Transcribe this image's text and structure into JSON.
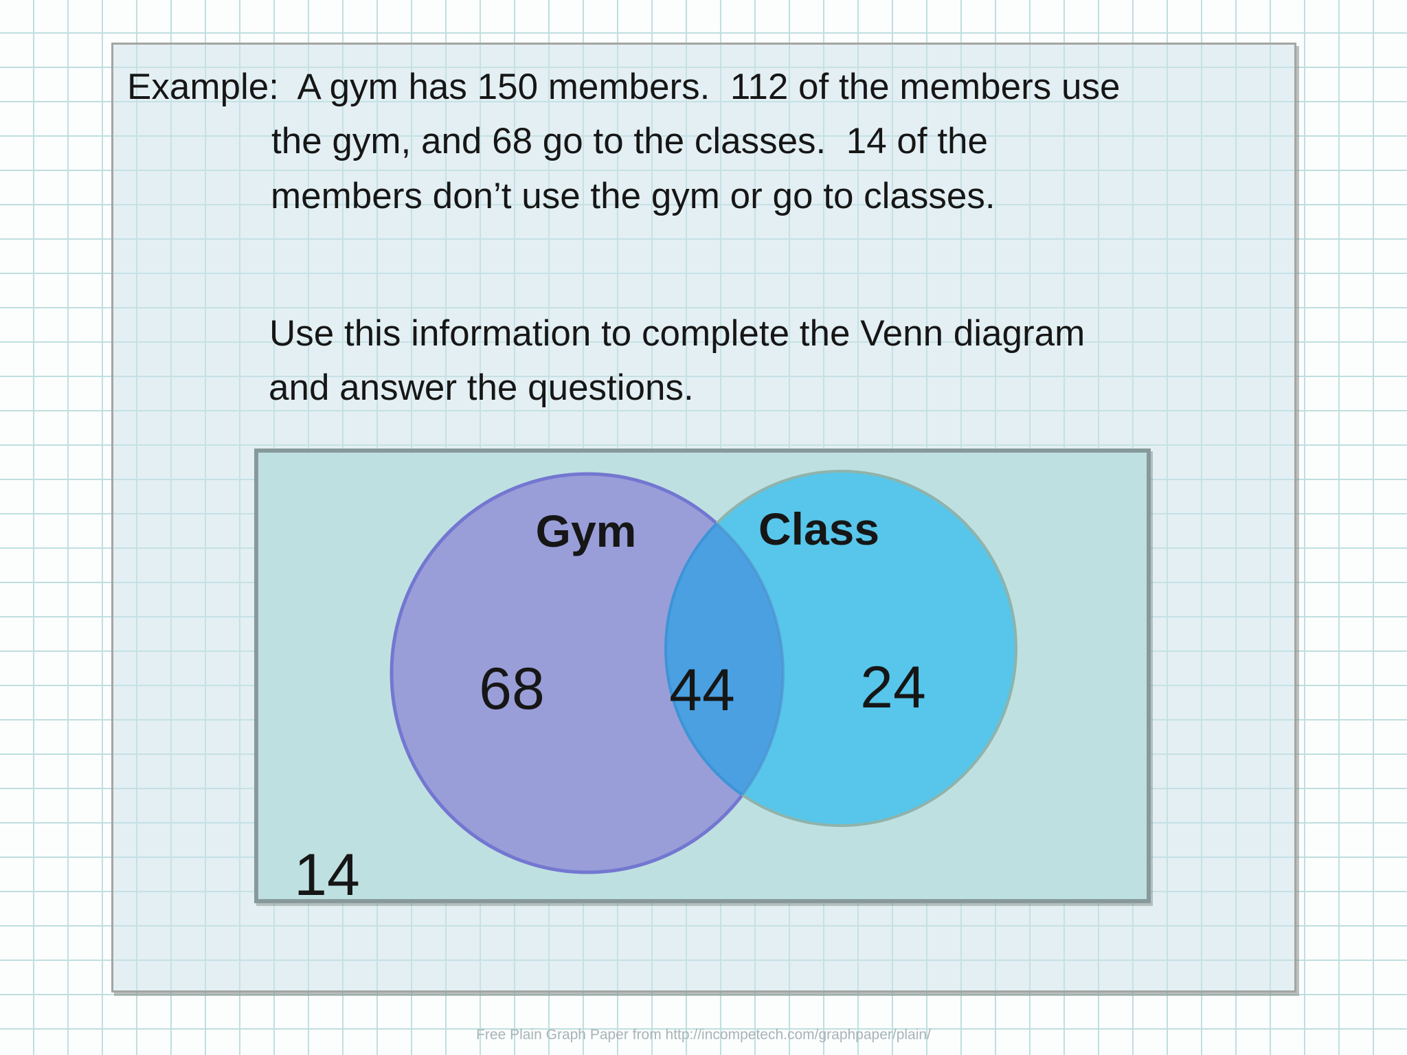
{
  "slide": {
    "problem": {
      "line1": "Example:  A gym has 150 members.  112 of the members use",
      "line2": "the gym, and 68 go to the classes.  14 of the",
      "line3": "members don’t use the gym or go to classes."
    },
    "instruction": {
      "line1": "Use this information to complete the Venn diagram",
      "line2": "and answer the questions."
    }
  },
  "venn_diagram": {
    "set_a_label": "Gym",
    "set_b_label": "Class",
    "values": {
      "gym_only": "68",
      "both": "44",
      "class_only": "24",
      "neither": "14"
    },
    "colors": {
      "set_a_fill": "#999ed8",
      "set_a_border": "#7377d0",
      "set_b_fill": "#57c6ea",
      "set_b_border": "#8fb3ab",
      "intersection_fill": "#4aa0e1",
      "intersection_edge": "#3e93d7",
      "box_fill": "#bfe0e1",
      "box_border": "#87999b"
    }
  },
  "footer": {
    "text": "Free Plain Graph Paper from http://incompetech.com/graphpaper/plain/"
  },
  "chart_data": {
    "type": "venn",
    "title": "Gym members Venn diagram",
    "universe_total": 150,
    "sets": [
      {
        "label": "Gym",
        "total": 112,
        "only": 68
      },
      {
        "label": "Class",
        "total": 68,
        "only": 24
      }
    ],
    "intersection": 44,
    "outside": 14
  }
}
